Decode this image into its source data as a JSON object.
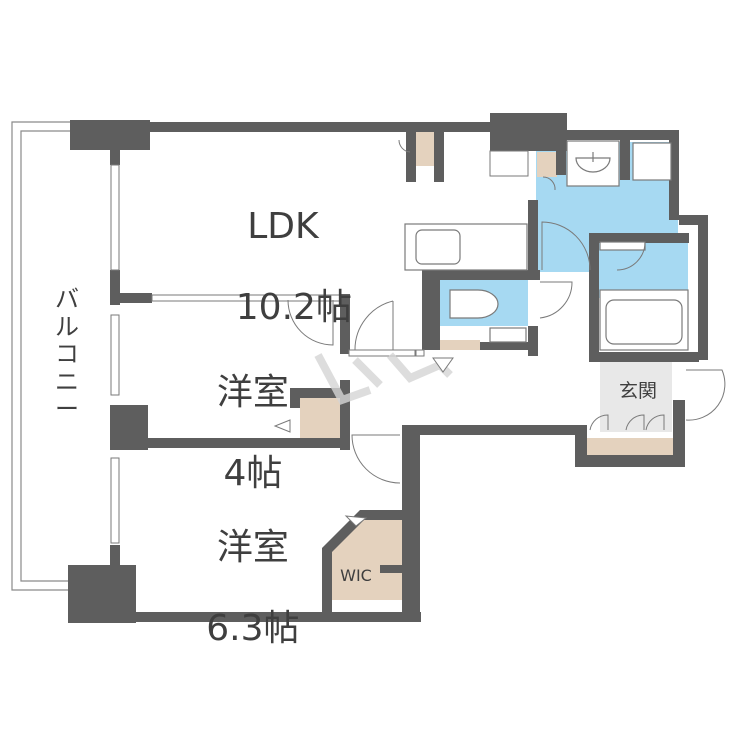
{
  "floorplan": {
    "title": "Floor plan 2LDK",
    "colors": {
      "wall": "#5e5e5e",
      "wet_area": "#a6d9f2",
      "storage": "#e4d2be",
      "entrance_floor": "#e6e6e6",
      "fixture_outline": "#7a7a7a",
      "text": "#3f3f3f",
      "watermark": "#d8d8d8"
    },
    "rooms": [
      {
        "id": "ldk",
        "name": "LDK",
        "size": "10.2帖"
      },
      {
        "id": "western-room-1",
        "name": "洋室",
        "size": "4帖"
      },
      {
        "id": "western-room-2",
        "name": "洋室",
        "size": "6.3帖"
      },
      {
        "id": "walk-in-closet",
        "name": "WIC"
      },
      {
        "id": "entrance",
        "name": "玄関"
      },
      {
        "id": "balcony",
        "name": "バルコニー"
      }
    ],
    "fixtures": [
      "kitchen-sink",
      "washbasin",
      "washing-machine-pan",
      "toilet",
      "hand-wash-basin",
      "bathtub",
      "shoe-cabinet"
    ]
  }
}
